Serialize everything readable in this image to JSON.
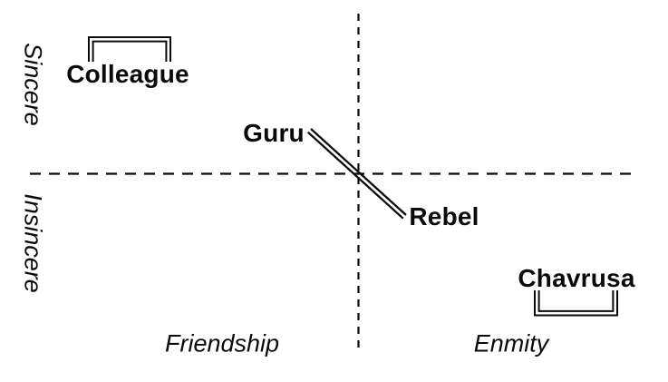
{
  "colors": {
    "background": "#ffffff",
    "ink": "#0a0a0a"
  },
  "diagram": {
    "type": "quadrant-map",
    "vertical_axis": {
      "top_label": "Sincere",
      "bottom_label": "Insincere"
    },
    "horizontal_axis": {
      "left_label": "Friendship",
      "right_label": "Enmity"
    },
    "nodes": [
      {
        "label": "Colleague",
        "quadrant": "sincere-friendship",
        "decoration": "double-bracket-above"
      },
      {
        "label": "Guru",
        "quadrant": "sincere-friendship-near-center",
        "decoration": "double-line-connector"
      },
      {
        "label": "Rebel",
        "quadrant": "insincere-enmity-near-center",
        "decoration": "double-line-connector"
      },
      {
        "label": "Chavrusa",
        "quadrant": "insincere-enmity",
        "decoration": "double-bracket-below"
      }
    ],
    "connector": {
      "from": "Guru",
      "to": "Rebel",
      "style": "double-line"
    }
  }
}
